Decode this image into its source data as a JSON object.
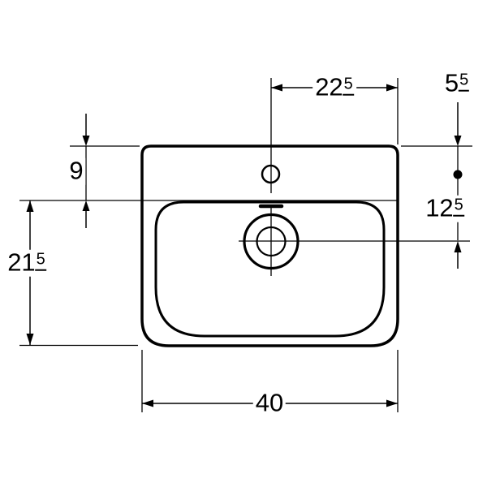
{
  "drawing": {
    "type": "washbasin-technical-drawing",
    "view": "top-view-with-dimensions",
    "colors": {
      "line": "#000000",
      "background": "#ffffff"
    },
    "dimensions": {
      "tap_center_to_right_edge": {
        "main": "22",
        "sup": "5"
      },
      "rear_edge_to_tap_hole": {
        "main": "5",
        "sup": "5"
      },
      "rear_edge_to_bowl": {
        "main": "9"
      },
      "tap_hole_to_drain": {
        "main": "12",
        "sup": "5"
      },
      "bowl_to_front_edge": {
        "main": "21",
        "sup": "5"
      },
      "overall_width": {
        "main": "40"
      }
    }
  }
}
